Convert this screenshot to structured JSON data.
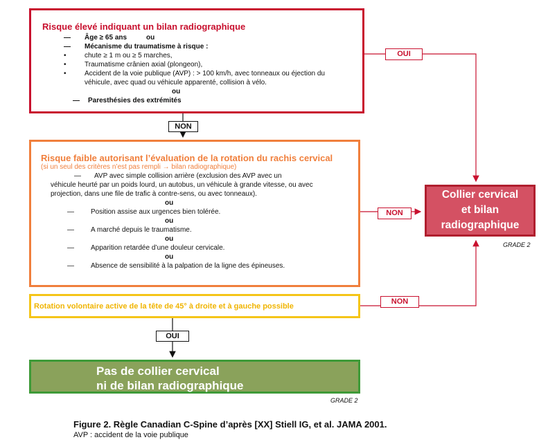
{
  "box_high_risk": {
    "title": "Risque élevé indiquant un bilan radiographique",
    "dash_1": "—",
    "age": "Âge ≥ 65 ans",
    "ou_inline": "ou",
    "dash_2": "—",
    "mechanism": "Mécanisme du traumatisme à risque :",
    "bullet": "•",
    "items": [
      "chute ≥ 1 m ou ≥ 5 marches,",
      "Traumatisme crânien axial (plongeon),",
      "Accident de la voie publique (AVP) : > 100 km/h, avec tonneaux ou éjection du",
      "véhicule, avec quad ou véhicule apparenté, collision à vélo."
    ],
    "ou": "ou",
    "dash_3": "—",
    "paresthesia": "Paresthésies des extrémités"
  },
  "box_low_risk": {
    "title": "Risque faible autorisant l’évaluation de la rotation du rachis cervical",
    "subtitle": "(si un seul des critères n’est pas rempli → bilan radiographique)",
    "dash": "—",
    "ou": "ou",
    "avp_lines": [
      "AVP avec simple collision arrière (exclusion des AVP avec un",
      "véhicule heurté par un poids lourd, un autobus, un véhicule à grande vitesse, ou avec",
      "projection, dans une file de trafic à contre-sens, ou avec tonneaux)."
    ],
    "criteria": [
      "Position assise aux urgences bien tolérée.",
      "A marché depuis le traumatisme.",
      "Apparition retardée d’une douleur cervicale.",
      "Absence de sensibilité à la palpation de la ligne des épineuses."
    ]
  },
  "box_rotation": {
    "text": "Rotation volontaire active de la tête de 45° à droite et à gauche possible"
  },
  "box_no_collar": {
    "line1": "Pas de collier cervical",
    "line2": "ni de bilan radiographique",
    "grade": "GRADE 2"
  },
  "box_collar": {
    "line1": "Collier cervical",
    "line2": "et bilan",
    "line3": "radiographique",
    "grade": "GRADE 2"
  },
  "labels": {
    "oui_top": "OUI",
    "non_between": "NON",
    "non_middle": "NON",
    "non_rotation": "NON",
    "oui_bottom": "OUI"
  },
  "caption": {
    "title": "Figure 2. Règle Canadian C-Spine d’après [XX] Stiell IG, et al. JAMA 2001.",
    "note": "AVP : accident de la voie publique"
  }
}
